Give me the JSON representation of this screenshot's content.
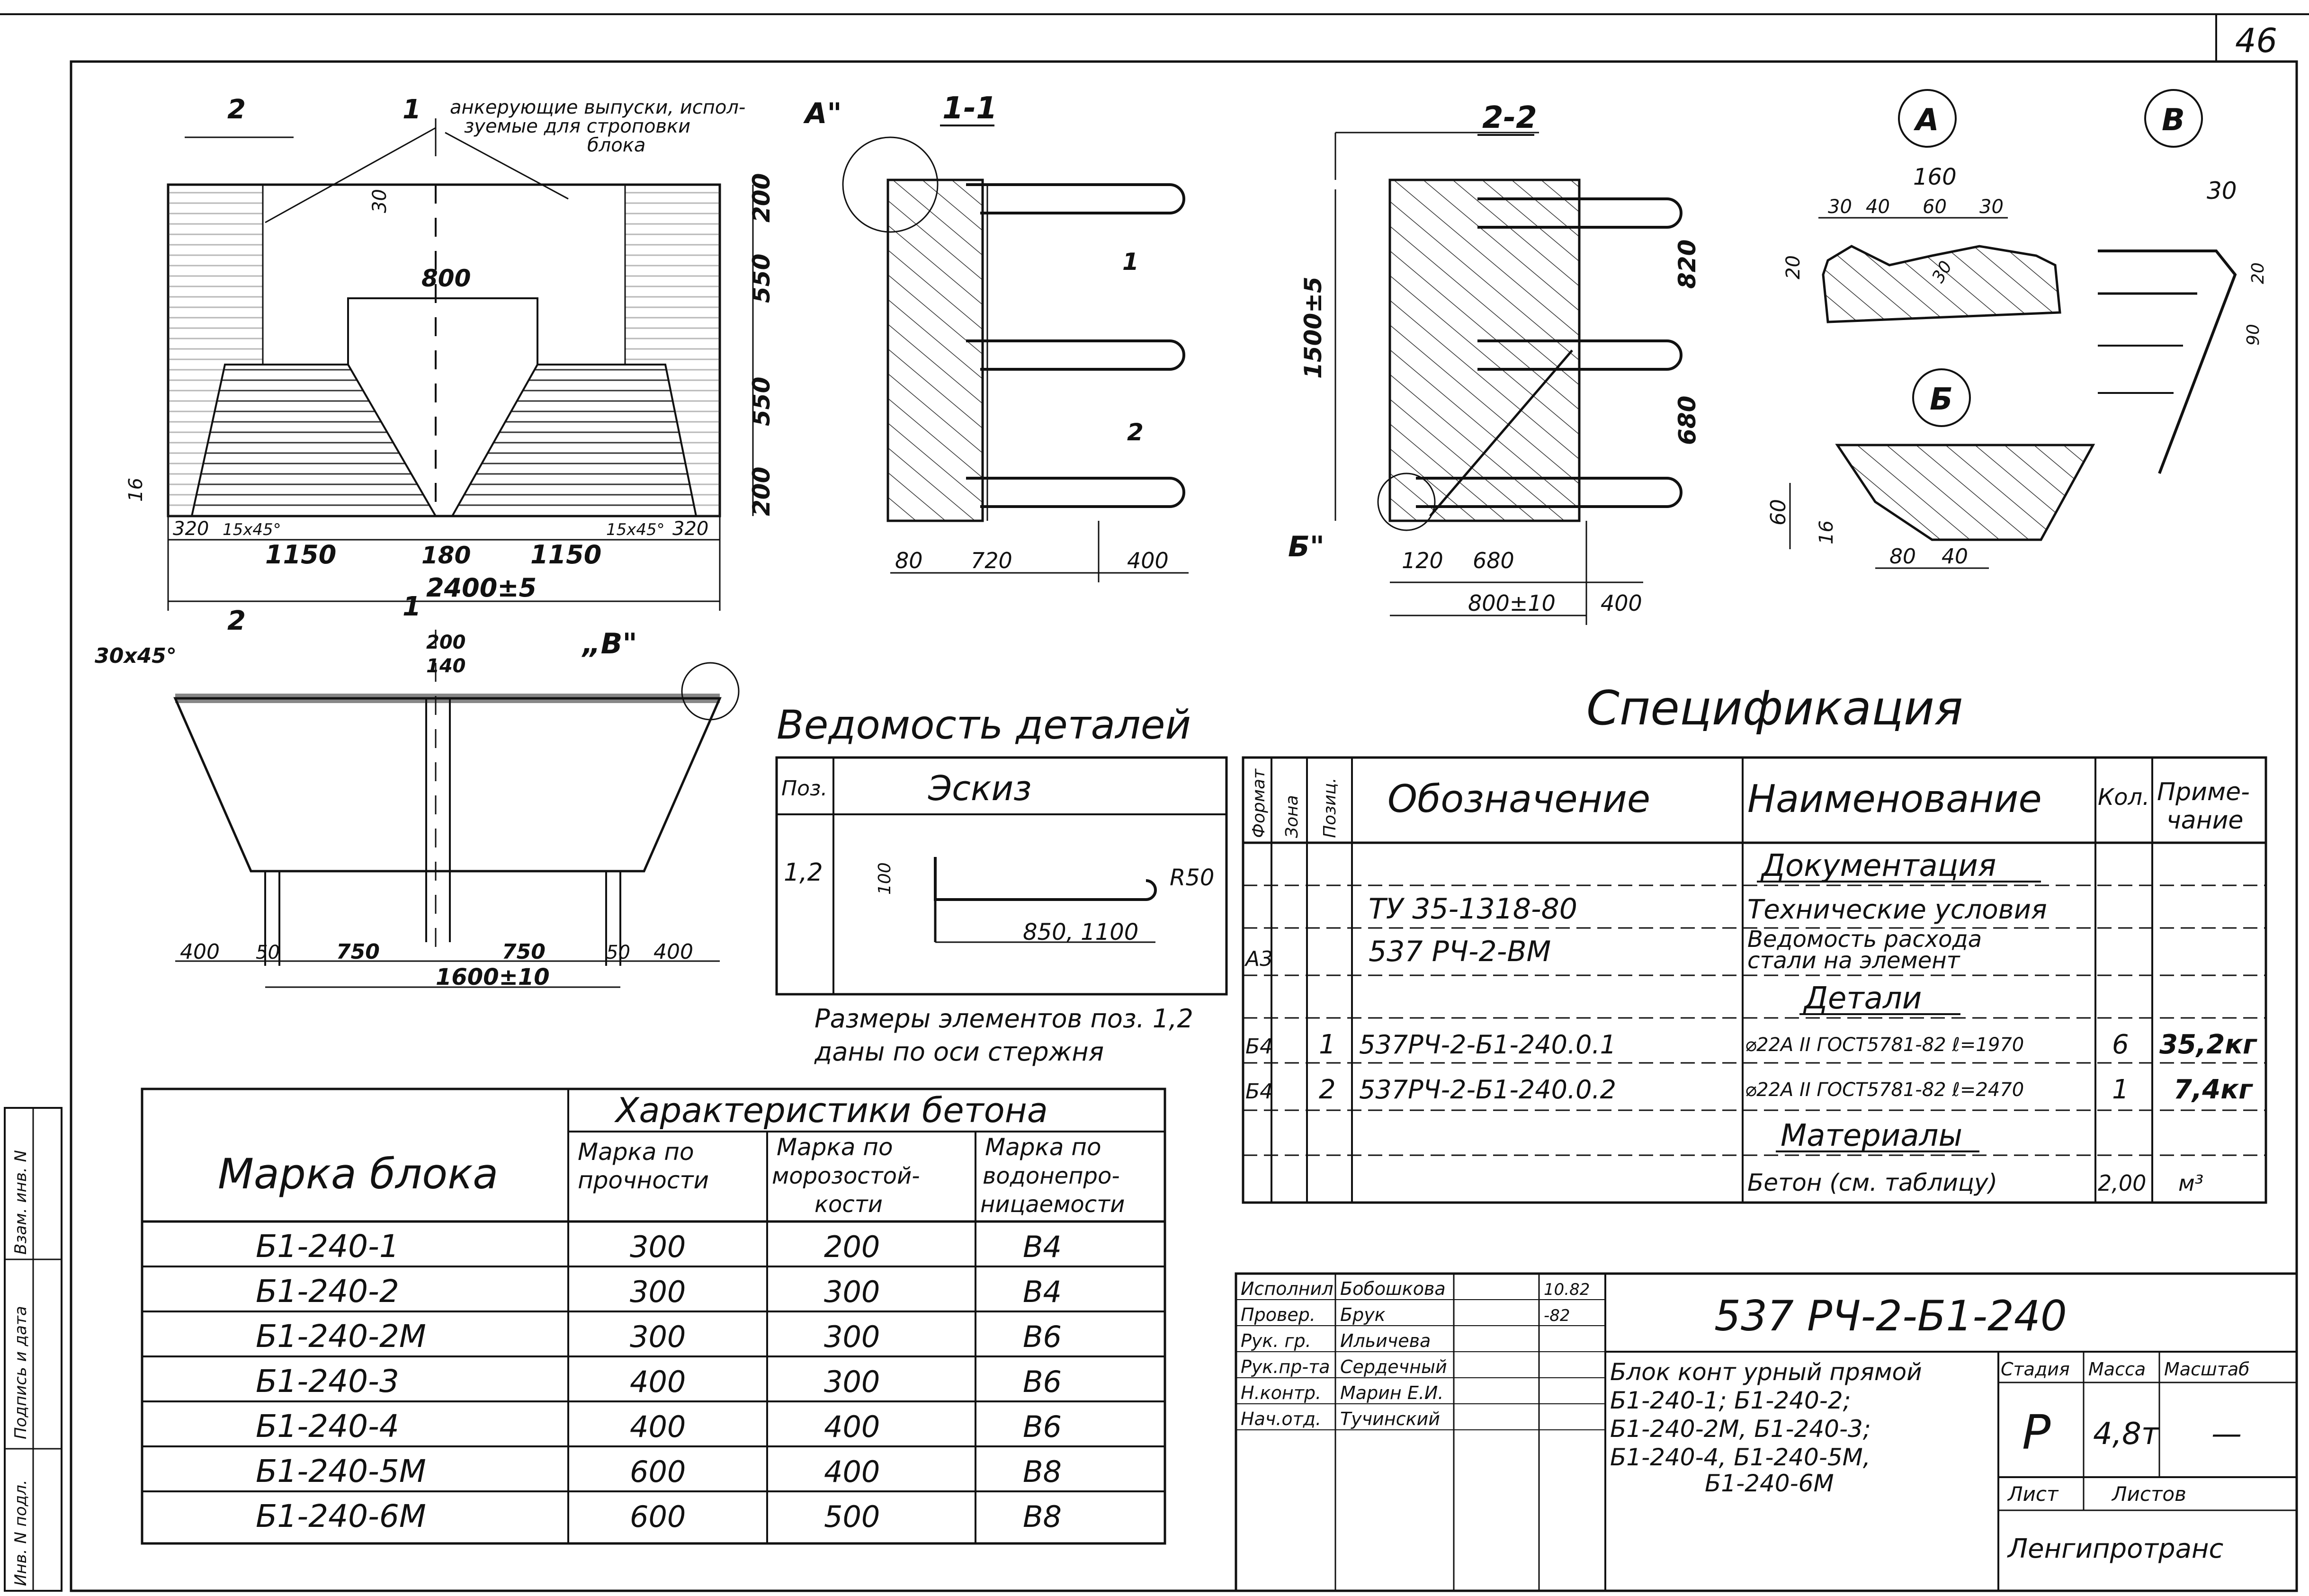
{
  "sheet": {
    "page_number": "46"
  },
  "elevation": {
    "section_mark_2": "2",
    "section_mark_1": "1",
    "anchor_note": "анкерующие выпуски, испол-",
    "anchor_note_2": "зуемые для строповки",
    "anchor_note_3": "блока",
    "callout_a": "A\"",
    "dim_800": "800",
    "dim_30": "30",
    "dim_200_top": "200",
    "dim_550_a": "550",
    "dim_550_b": "550",
    "dim_200_bot": "200",
    "dim_16": "16",
    "dim_320_l": "320",
    "dim_chamfer_l": "15x45°",
    "dim_1150_l": "1150",
    "dim_180": "180",
    "dim_1150_r": "1150",
    "dim_chamfer_r": "15x45°",
    "dim_320_r": "320",
    "dim_total": "2400±5"
  },
  "plan": {
    "chamfer": "30x45°",
    "section_mark_2": "2",
    "section_mark_1": "1",
    "dim_200": "200",
    "dim_140": "140",
    "callout_b": "„В\"",
    "dim_400_l": "400",
    "dim_50_l": "50",
    "dim_750_l": "750",
    "dim_750_r": "750",
    "dim_50_r": "50",
    "dim_400_r": "400",
    "dim_total": "1600±10"
  },
  "section_1_1": {
    "title": "1-1",
    "pos_1": "1",
    "pos_2": "2",
    "dim_80": "80",
    "dim_720": "720",
    "dim_400": "400"
  },
  "section_2_2": {
    "title": "2-2",
    "dim_height": "1500±5",
    "dim_820": "820",
    "dim_680": "680",
    "callout_b": "Б\"",
    "dim_120": "120",
    "dim_680_b": "680",
    "dim_800": "800±10",
    "dim_400": "400"
  },
  "detail_a": {
    "label": "А",
    "dim_160": "160",
    "dims": [
      "30",
      "40",
      "60",
      "30"
    ],
    "dim_20": "20",
    "dim_30": "30"
  },
  "detail_v": {
    "label": "В",
    "dim_30": "30",
    "dim_20": "20",
    "dim_90": "90"
  },
  "detail_b": {
    "label": "Б",
    "dim_60": "60",
    "dim_16": "16",
    "dim_80": "80",
    "dim_40": "40"
  },
  "parts_list": {
    "title": "Ведомость деталей",
    "col_pos": "Поз.",
    "col_sketch": "Эскиз",
    "row_pos": "1,2",
    "dim_100": "100",
    "dim_r50": "R50",
    "dim_len": "850, 1100",
    "note_1": "Размеры элементов поз. 1,2",
    "note_2": "даны по оси стержня"
  },
  "specification": {
    "title": "Спецификация",
    "headers": {
      "format": "Формат",
      "zone": "Зона",
      "pos": "Позиц.",
      "designation": "Обозначение",
      "name": "Наименование",
      "qty": "Кол.",
      "note": "Приме-",
      "note_2": "чание"
    },
    "rows": [
      {
        "format": "",
        "zone": "",
        "pos": "",
        "designation": "",
        "name": "Документация",
        "qty": "",
        "note": "",
        "section": true
      },
      {
        "format": "",
        "zone": "",
        "pos": "",
        "designation": "ТУ 35-1318-80",
        "name": "Технические условия",
        "name_2": "",
        "qty": "",
        "note": ""
      },
      {
        "format": "А3",
        "zone": "",
        "pos": "",
        "designation": "537 РЧ-2-ВМ",
        "name": "Ведомость расхода",
        "name_2": "стали на элемент",
        "qty": "",
        "note": ""
      },
      {
        "format": "",
        "zone": "",
        "pos": "",
        "designation": "",
        "name": "Детали",
        "qty": "",
        "note": "",
        "section": true
      },
      {
        "format": "Б4",
        "zone": "",
        "pos": "1",
        "designation": "537РЧ-2-Б1-240.0.1",
        "name": "⌀22А II ГОСТ5781-82 ℓ=1970",
        "qty": "6",
        "note": "35,2кг"
      },
      {
        "format": "Б4",
        "zone": "",
        "pos": "2",
        "designation": "537РЧ-2-Б1-240.0.2",
        "name": "⌀22А II ГОСТ5781-82 ℓ=2470",
        "qty": "1",
        "note": "7,4кг"
      },
      {
        "format": "",
        "zone": "",
        "pos": "",
        "designation": "",
        "name": "Материалы",
        "qty": "",
        "note": "",
        "section": true
      },
      {
        "format": "",
        "zone": "",
        "pos": "",
        "designation": "",
        "name": "Бетон (см. таблицу)",
        "qty": "2,00",
        "note": "м³"
      }
    ]
  },
  "concrete_table": {
    "col_block": "Марка блока",
    "group_header": "Характеристики бетона",
    "col_strength": [
      "Марка по",
      "прочности"
    ],
    "col_frost": [
      "Марка по",
      "морозостой-",
      "кости"
    ],
    "col_water": [
      "Марка по",
      "водонепро-",
      "ницаемости"
    ],
    "rows": [
      {
        "block": "Б1-240-1",
        "strength": "300",
        "frost": "200",
        "water": "В4"
      },
      {
        "block": "Б1-240-2",
        "strength": "300",
        "frost": "300",
        "water": "В4"
      },
      {
        "block": "Б1-240-2М",
        "strength": "300",
        "frost": "300",
        "water": "В6"
      },
      {
        "block": "Б1-240-3",
        "strength": "400",
        "frost": "300",
        "water": "В6"
      },
      {
        "block": "Б1-240-4",
        "strength": "400",
        "frost": "400",
        "water": "В6"
      },
      {
        "block": "Б1-240-5М",
        "strength": "600",
        "frost": "400",
        "water": "В8"
      },
      {
        "block": "Б1-240-6М",
        "strength": "600",
        "frost": "500",
        "water": "В8"
      }
    ]
  },
  "title_block": {
    "code": "537 РЧ-2-Б1-240",
    "roles": [
      {
        "role": "Исполнил",
        "name": "Бобошкова"
      },
      {
        "role": "Провер.",
        "name": "Брук"
      },
      {
        "role": "Рук. гр.",
        "name": "Ильичева"
      },
      {
        "role": "Рук.пр-та",
        "name": "Сердечный"
      },
      {
        "role": "Н.контр.",
        "name": "Марин Е.И."
      },
      {
        "role": "Нач.отд.",
        "name": "Тучинский"
      }
    ],
    "date_1": "10.82",
    "date_2": "-82",
    "description": [
      "Блок конт урный прямой",
      "Б1-240-1; Б1-240-2;",
      "Б1-240-2М, Б1-240-3;",
      "Б1-240-4, Б1-240-5М,",
      "Б1-240-6М"
    ],
    "stage_label": "Стадия",
    "mass_label": "Масса",
    "scale_label": "Масштаб",
    "stage": "Р",
    "mass": "4,8т",
    "scale": "—",
    "sheet_label": "Лист",
    "sheets_label": "Листов",
    "org": "Ленгипротранс"
  },
  "side_stamp": {
    "items": [
      "Взам. инв. N",
      "Подпись и дата",
      "Инв. N подл."
    ]
  }
}
